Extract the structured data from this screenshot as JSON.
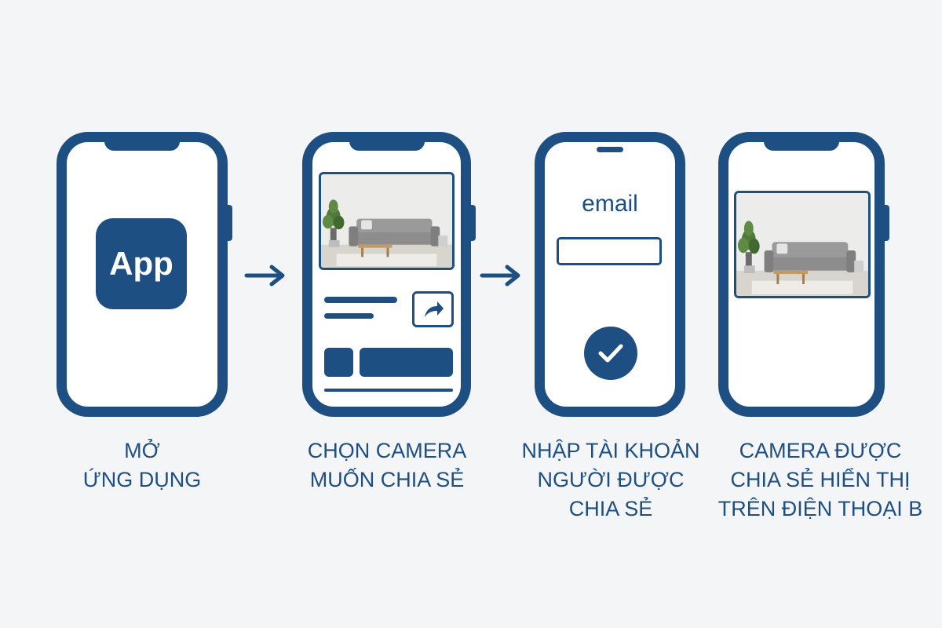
{
  "steps": [
    {
      "app_icon_label": "App",
      "caption": "MỞ\nỨNG DỤNG"
    },
    {
      "caption": "CHỌN CAMERA\nMUỐN CHIA SẺ"
    },
    {
      "email_label": "email",
      "email_value": "",
      "caption": "NHẬP TÀI KHOẢN\nNGƯỜI ĐƯỢC\nCHIA SẺ"
    },
    {
      "caption": "CAMERA ĐƯỢC\nCHIA SẺ HIỂN THỊ\nTRÊN ĐIỆN THOẠI B"
    }
  ],
  "colors": {
    "accent": "#1e4f82",
    "background": "#f4f5f6"
  },
  "icons": [
    "arrow-right-icon",
    "share-arrow-icon",
    "checkmark-icon"
  ]
}
